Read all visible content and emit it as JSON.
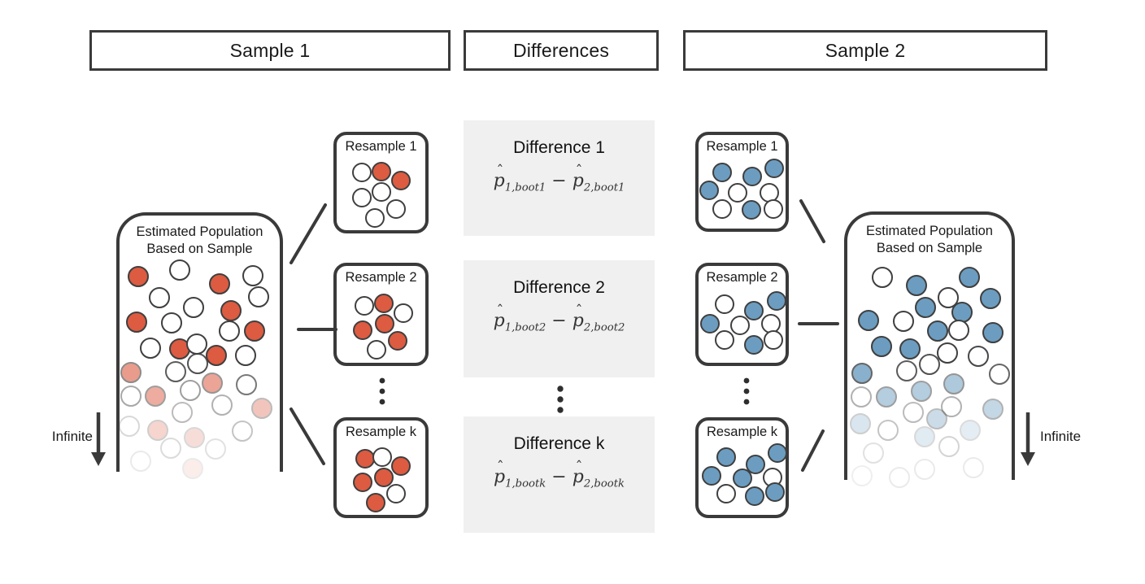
{
  "palette": {
    "red": "#dc5b41",
    "blue": "#6c9dc0",
    "white": "#ffffff",
    "outline": "#3f3f3f",
    "line": "#3a3a3a",
    "panel": "#f0f0f0"
  },
  "headers": {
    "sample1": "Sample 1",
    "differences": "Differences",
    "sample2": "Sample 2"
  },
  "left": {
    "population": {
      "title_line1": "Estimated Population",
      "title_line2": "Based on Sample",
      "infinite_label": "Infinite",
      "dots": [
        [
          170,
          340,
          "red",
          1
        ],
        [
          221,
          332,
          "white",
          1
        ],
        [
          270,
          349,
          "red",
          1
        ],
        [
          311,
          339,
          "white",
          1
        ],
        [
          196,
          366,
          "white",
          1
        ],
        [
          318,
          365,
          "white",
          1
        ],
        [
          238,
          378,
          "white",
          1
        ],
        [
          284,
          382,
          "red",
          1
        ],
        [
          168,
          396,
          "red",
          1
        ],
        [
          211,
          397,
          "white",
          1
        ],
        [
          282,
          407,
          "white",
          1
        ],
        [
          313,
          407,
          "red",
          1
        ],
        [
          185,
          428,
          "white",
          1
        ],
        [
          221,
          429,
          "red",
          1
        ],
        [
          242,
          423,
          "white",
          1
        ],
        [
          266,
          437,
          "red",
          1
        ],
        [
          302,
          437,
          "white",
          1
        ],
        [
          243,
          447,
          "white",
          0.9
        ],
        [
          216,
          457,
          "white",
          0.85
        ],
        [
          161,
          458,
          "red",
          0.6
        ],
        [
          261,
          471,
          "red",
          0.55
        ],
        [
          303,
          473,
          "white",
          0.7
        ],
        [
          234,
          480,
          "white",
          0.5
        ],
        [
          161,
          487,
          "white",
          0.45
        ],
        [
          191,
          487,
          "red",
          0.5
        ],
        [
          273,
          498,
          "white",
          0.4
        ],
        [
          322,
          502,
          "red",
          0.35
        ],
        [
          224,
          507,
          "white",
          0.35
        ],
        [
          298,
          530,
          "white",
          0.3
        ],
        [
          159,
          524,
          "white",
          0.2
        ],
        [
          194,
          529,
          "red",
          0.25
        ],
        [
          239,
          538,
          "red",
          0.2
        ],
        [
          210,
          551,
          "white",
          0.18
        ],
        [
          265,
          552,
          "white",
          0.15
        ],
        [
          173,
          567,
          "white",
          0.1
        ],
        [
          237,
          576,
          "red",
          0.1
        ]
      ]
    },
    "resamples": [
      {
        "label": "Resample 1",
        "dots": [
          [
            445,
            212,
            "white",
            1
          ],
          [
            469,
            211,
            "red",
            1
          ],
          [
            493,
            222,
            "red",
            1
          ],
          [
            469,
            236,
            "white",
            1
          ],
          [
            445,
            243,
            "white",
            1
          ],
          [
            487,
            257,
            "white",
            1
          ],
          [
            461,
            268,
            "white",
            1
          ]
        ]
      },
      {
        "label": "Resample 2",
        "dots": [
          [
            448,
            376,
            "white",
            1
          ],
          [
            472,
            373,
            "red",
            1
          ],
          [
            496,
            385,
            "white",
            1
          ],
          [
            446,
            406,
            "red",
            1
          ],
          [
            473,
            398,
            "red",
            1
          ],
          [
            489,
            419,
            "red",
            1
          ],
          [
            463,
            430,
            "white",
            1
          ]
        ]
      },
      {
        "label": "Resample k",
        "dots": [
          [
            449,
            564,
            "red",
            1
          ],
          [
            470,
            562,
            "white",
            1
          ],
          [
            493,
            573,
            "red",
            1
          ],
          [
            446,
            593,
            "red",
            1
          ],
          [
            472,
            587,
            "red",
            1
          ],
          [
            487,
            607,
            "white",
            1
          ],
          [
            462,
            618,
            "red",
            1
          ]
        ]
      }
    ]
  },
  "right": {
    "population": {
      "title_line1": "Estimated Population",
      "title_line2": "Based on Sample",
      "infinite_label": "Infinite",
      "dots": [
        [
          1085,
          341,
          "white",
          1
        ],
        [
          1127,
          351,
          "blue",
          1
        ],
        [
          1192,
          341,
          "blue",
          1
        ],
        [
          1166,
          366,
          "white",
          1
        ],
        [
          1218,
          367,
          "blue",
          1
        ],
        [
          1138,
          378,
          "blue",
          1
        ],
        [
          1183,
          384,
          "blue",
          1
        ],
        [
          1068,
          394,
          "blue",
          1
        ],
        [
          1111,
          395,
          "white",
          1
        ],
        [
          1153,
          407,
          "blue",
          1
        ],
        [
          1179,
          406,
          "white",
          1
        ],
        [
          1221,
          409,
          "blue",
          1
        ],
        [
          1084,
          426,
          "blue",
          1
        ],
        [
          1119,
          429,
          "blue",
          1
        ],
        [
          1165,
          434,
          "white",
          1
        ],
        [
          1203,
          438,
          "white",
          0.95
        ],
        [
          1143,
          448,
          "white",
          0.9
        ],
        [
          1115,
          456,
          "white",
          0.85
        ],
        [
          1060,
          459,
          "blue",
          0.8
        ],
        [
          1229,
          460,
          "white",
          0.8
        ],
        [
          1173,
          472,
          "blue",
          0.55
        ],
        [
          1133,
          481,
          "blue",
          0.5
        ],
        [
          1059,
          488,
          "white",
          0.4
        ],
        [
          1090,
          488,
          "blue",
          0.5
        ],
        [
          1170,
          500,
          "white",
          0.4
        ],
        [
          1221,
          503,
          "blue",
          0.4
        ],
        [
          1123,
          507,
          "white",
          0.35
        ],
        [
          1152,
          515,
          "blue",
          0.35
        ],
        [
          1058,
          521,
          "blue",
          0.25
        ],
        [
          1092,
          529,
          "white",
          0.3
        ],
        [
          1193,
          529,
          "blue",
          0.18
        ],
        [
          1137,
          537,
          "blue",
          0.2
        ],
        [
          1167,
          549,
          "white",
          0.22
        ],
        [
          1074,
          557,
          "white",
          0.15
        ],
        [
          1137,
          577,
          "white",
          0.1
        ],
        [
          1197,
          575,
          "white",
          0.1
        ],
        [
          1106,
          587,
          "white",
          0.1
        ],
        [
          1060,
          585,
          "white",
          0.08
        ]
      ]
    },
    "resamples": [
      {
        "label": "Resample 1",
        "dots": [
          [
            888,
            212,
            "blue",
            1
          ],
          [
            925,
            217,
            "blue",
            1
          ],
          [
            952,
            207,
            "blue",
            1
          ],
          [
            872,
            234,
            "blue",
            1
          ],
          [
            907,
            237,
            "white",
            1
          ],
          [
            946,
            237,
            "white",
            1
          ],
          [
            888,
            257,
            "white",
            1
          ],
          [
            924,
            258,
            "blue",
            1
          ],
          [
            951,
            257,
            "white",
            1
          ]
        ]
      },
      {
        "label": "Resample 2",
        "dots": [
          [
            891,
            374,
            "white",
            1
          ],
          [
            955,
            370,
            "blue",
            1
          ],
          [
            927,
            382,
            "blue",
            1
          ],
          [
            873,
            398,
            "blue",
            1
          ],
          [
            910,
            400,
            "white",
            1
          ],
          [
            948,
            398,
            "white",
            1
          ],
          [
            891,
            418,
            "white",
            1
          ],
          [
            927,
            424,
            "blue",
            1
          ],
          [
            951,
            418,
            "white",
            1
          ]
        ]
      },
      {
        "label": "Resample k",
        "dots": [
          [
            893,
            562,
            "blue",
            1
          ],
          [
            956,
            557,
            "blue",
            1
          ],
          [
            929,
            571,
            "blue",
            1
          ],
          [
            875,
            585,
            "blue",
            1
          ],
          [
            913,
            588,
            "blue",
            1
          ],
          [
            950,
            587,
            "white",
            1
          ],
          [
            893,
            607,
            "white",
            1
          ],
          [
            928,
            610,
            "blue",
            1
          ],
          [
            953,
            605,
            "blue",
            1
          ]
        ]
      }
    ]
  },
  "differences": [
    {
      "title": "Difference 1",
      "formula": {
        "hat": "ˆ",
        "base1": "p",
        "sub1": "1,boot1",
        "minus": "−",
        "base2": "p",
        "sub2": "2,boot1"
      }
    },
    {
      "title": "Difference 2",
      "formula": {
        "hat": "ˆ",
        "base1": "p",
        "sub1": "1,boot2",
        "minus": "−",
        "base2": "p",
        "sub2": "2,boot2"
      }
    },
    {
      "title": "Difference k",
      "formula": {
        "hat": "ˆ",
        "base1": "p",
        "sub1": "1,bootk",
        "minus": "−",
        "base2": "p",
        "sub2": "2,bootk"
      }
    }
  ]
}
